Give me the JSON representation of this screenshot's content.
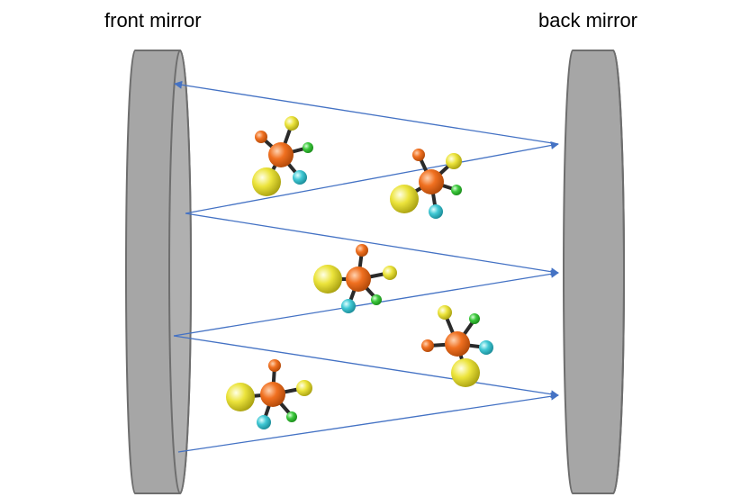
{
  "labels": {
    "front": "front mirror",
    "back": "back mirror"
  },
  "colors": {
    "mirror_fill": "#a6a6a6",
    "mirror_edge": "#6e6e6e",
    "beam": "#4472c4",
    "atom_center": "#f0701e",
    "atom_yellow": "#e4dc1e",
    "atom_green": "#3cc83c",
    "atom_cyan": "#3cc8d2",
    "atom_orange": "#f07828"
  },
  "icons": {
    "mirror": "mirror-cylinder",
    "molecule": "ball-and-stick-molecule"
  }
}
